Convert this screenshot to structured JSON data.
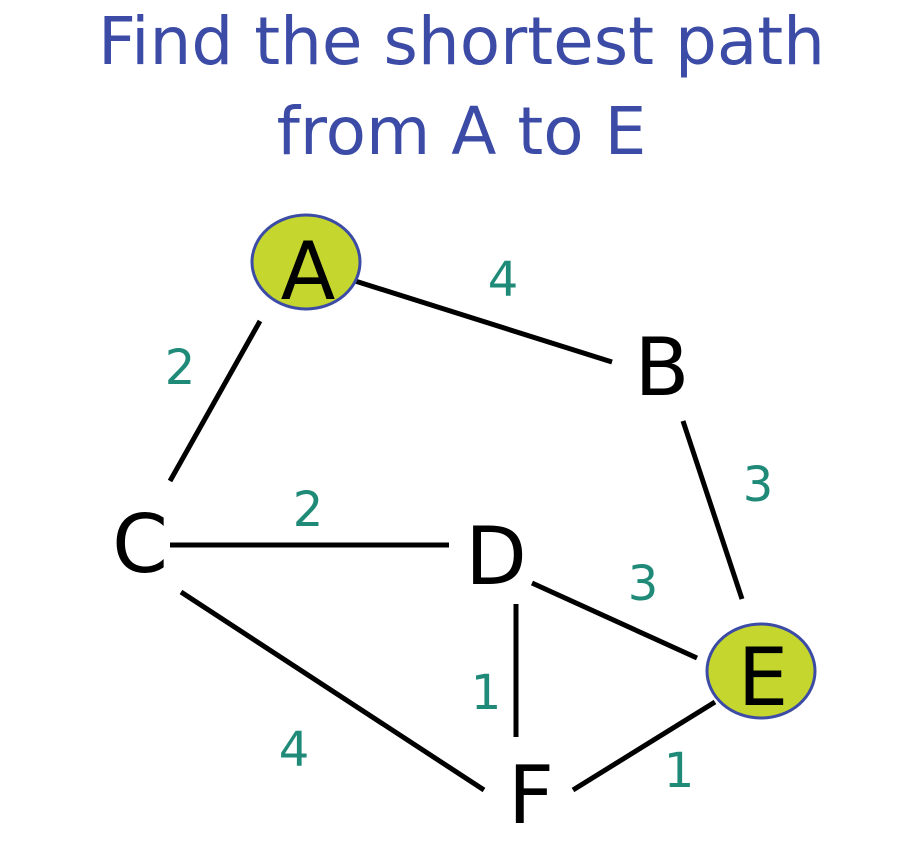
{
  "title": {
    "line1": "Find the shortest path",
    "line2": "from A to  E"
  },
  "colors": {
    "title": "#3b4ba6",
    "highlight_fill": "#c5d62e",
    "highlight_stroke": "#3b4ba6",
    "edge": "#000000",
    "weight": "#1f8a78"
  },
  "nodes": [
    {
      "id": "A",
      "label": "A",
      "highlighted": true
    },
    {
      "id": "B",
      "label": "B",
      "highlighted": false
    },
    {
      "id": "C",
      "label": "C",
      "highlighted": false
    },
    {
      "id": "D",
      "label": "D",
      "highlighted": false
    },
    {
      "id": "E",
      "label": "E",
      "highlighted": true
    },
    {
      "id": "F",
      "label": "F",
      "highlighted": false
    }
  ],
  "edges": [
    {
      "from": "A",
      "to": "B",
      "weight": "4"
    },
    {
      "from": "A",
      "to": "C",
      "weight": "2"
    },
    {
      "from": "B",
      "to": "E",
      "weight": "3"
    },
    {
      "from": "C",
      "to": "D",
      "weight": "2"
    },
    {
      "from": "D",
      "to": "E",
      "weight": "3"
    },
    {
      "from": "D",
      "to": "F",
      "weight": "1"
    },
    {
      "from": "C",
      "to": "F",
      "weight": "4"
    },
    {
      "from": "F",
      "to": "E",
      "weight": "1"
    }
  ]
}
